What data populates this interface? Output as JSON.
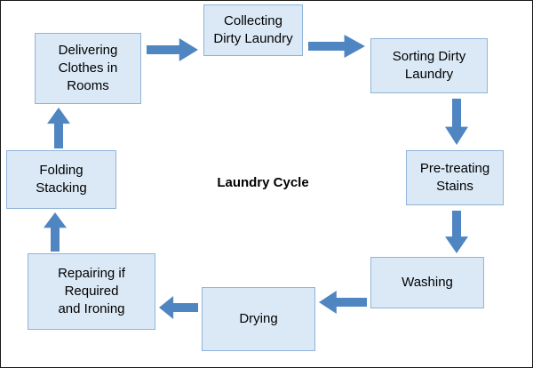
{
  "theme": {
    "box_fill": "#dbe9f6",
    "box_border": "#8fb4d9",
    "arrow_color": "#4f86c2"
  },
  "diagram": {
    "title": "Laundry Cycle",
    "nodes": [
      {
        "id": "collecting",
        "label": "Collecting\nDirty Laundry"
      },
      {
        "id": "sorting",
        "label": "Sorting Dirty\nLaundry"
      },
      {
        "id": "pretreating",
        "label": "Pre-treating\nStains"
      },
      {
        "id": "washing",
        "label": "Washing"
      },
      {
        "id": "drying",
        "label": "Drying"
      },
      {
        "id": "repairing",
        "label": "Repairing if\nRequired\nand Ironing"
      },
      {
        "id": "folding",
        "label": "Folding\nStacking"
      },
      {
        "id": "delivering",
        "label": "Delivering\nClothes in\nRooms"
      }
    ],
    "arrows": [
      {
        "from": "delivering",
        "to": "collecting",
        "direction": "right"
      },
      {
        "from": "collecting",
        "to": "sorting",
        "direction": "right"
      },
      {
        "from": "sorting",
        "to": "pretreating",
        "direction": "down"
      },
      {
        "from": "pretreating",
        "to": "washing",
        "direction": "down"
      },
      {
        "from": "washing",
        "to": "drying",
        "direction": "left"
      },
      {
        "from": "drying",
        "to": "repairing",
        "direction": "left"
      },
      {
        "from": "repairing",
        "to": "folding",
        "direction": "up"
      },
      {
        "from": "folding",
        "to": "delivering",
        "direction": "up"
      }
    ]
  }
}
